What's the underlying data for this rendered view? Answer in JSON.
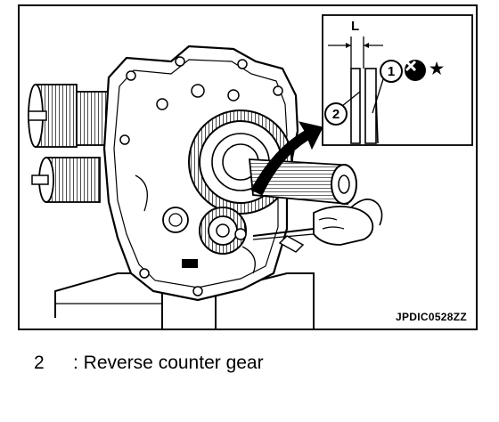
{
  "figure": {
    "code": "JPDIC0528ZZ",
    "inset": {
      "dimension_label": "L",
      "callout_1": "1",
      "callout_2": "2",
      "star_symbol": "★"
    }
  },
  "legend": [
    {
      "number": "2",
      "text": ": Reverse counter gear"
    }
  ],
  "colors": {
    "line": "#000000",
    "background": "#ffffff"
  }
}
